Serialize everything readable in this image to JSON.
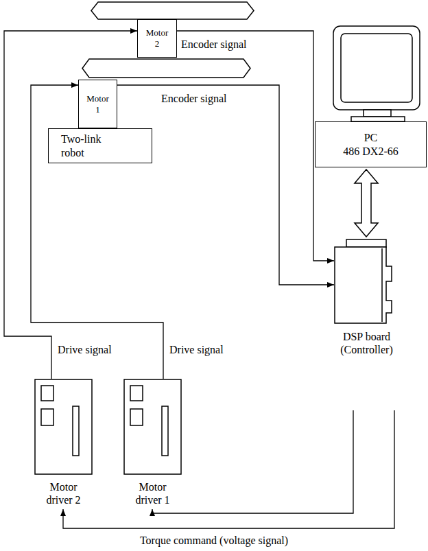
{
  "diagram": {
    "nodes": [
      {
        "text": [
          "Motor 2"
        ]
      },
      {
        "text": [
          "Motor 1"
        ]
      },
      {
        "text": [
          "Two-link robot"
        ]
      },
      {
        "text": [
          "PC",
          "486 DX2-66"
        ]
      },
      {
        "text": [
          "DSP board (Controller)"
        ]
      },
      {
        "text": [
          "Motor driver 2"
        ]
      },
      {
        "text": [
          "Motor driver 1"
        ]
      }
    ],
    "edges": [
      {
        "from": 0,
        "to": 4,
        "arrow": "to",
        "label": "Encoder signal"
      },
      {
        "from": 1,
        "to": 4,
        "arrow": "to",
        "label": "Encoder signal"
      },
      {
        "from": 5,
        "to": 0,
        "arrow": "to",
        "label": "Drive signal"
      },
      {
        "from": 6,
        "to": 1,
        "arrow": "to",
        "label": "Drive signal"
      },
      {
        "from": 3,
        "to": 4,
        "arrow": "both"
      },
      {
        "from": 4,
        "to": 6,
        "arrow": "to"
      },
      {
        "from": 4,
        "to": 5,
        "arrow": "to"
      }
    ],
    "labels": [
      "Torque command (voltage signal)"
    ]
  }
}
